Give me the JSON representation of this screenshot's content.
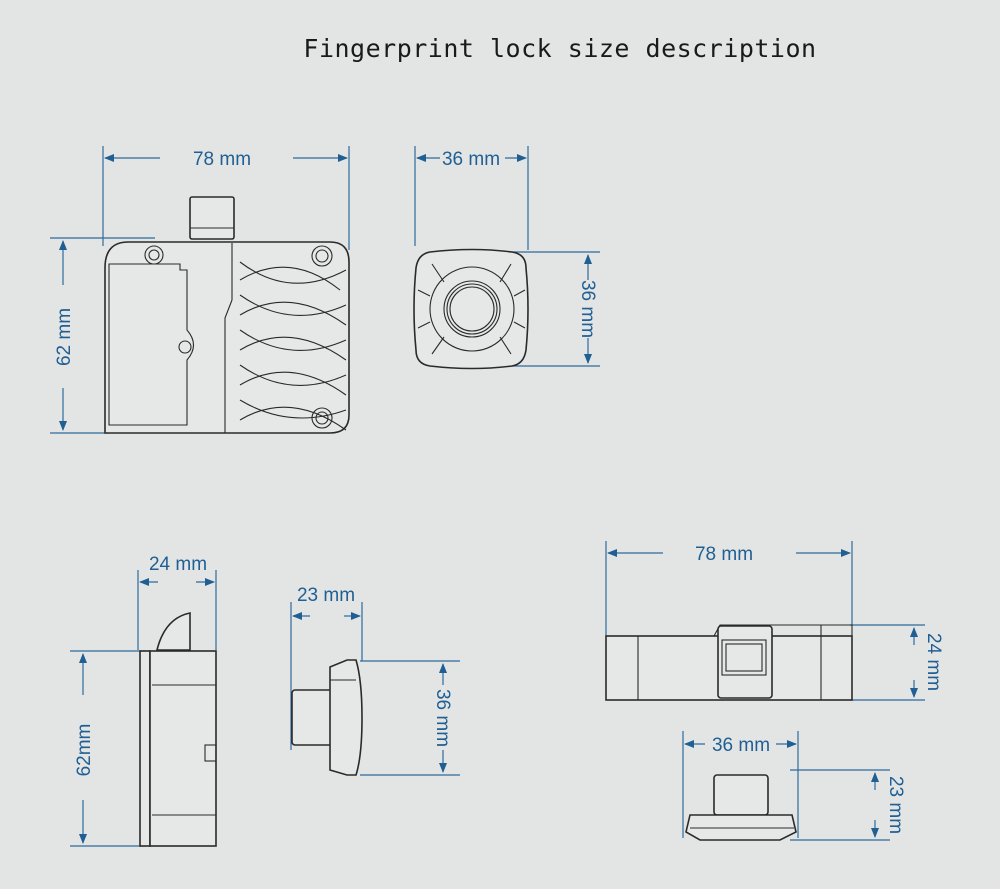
{
  "title": "Fingerprint lock size description",
  "colors": {
    "background": "#e3e5e4",
    "dimension": "#1f5f94",
    "outline": "#2a2a2a"
  },
  "views": {
    "front": {
      "width": "78 mm",
      "height": "62 mm"
    },
    "fingerprint_face": {
      "width": "36 mm",
      "height": "36 mm"
    },
    "side": {
      "depth": "24 mm",
      "height": "62mm"
    },
    "knob_side": {
      "depth": "23 mm",
      "height": "36 mm"
    },
    "top": {
      "width": "78 mm",
      "depth": "24 mm"
    },
    "knob_top": {
      "width": "36 mm",
      "depth": "23 mm"
    }
  }
}
